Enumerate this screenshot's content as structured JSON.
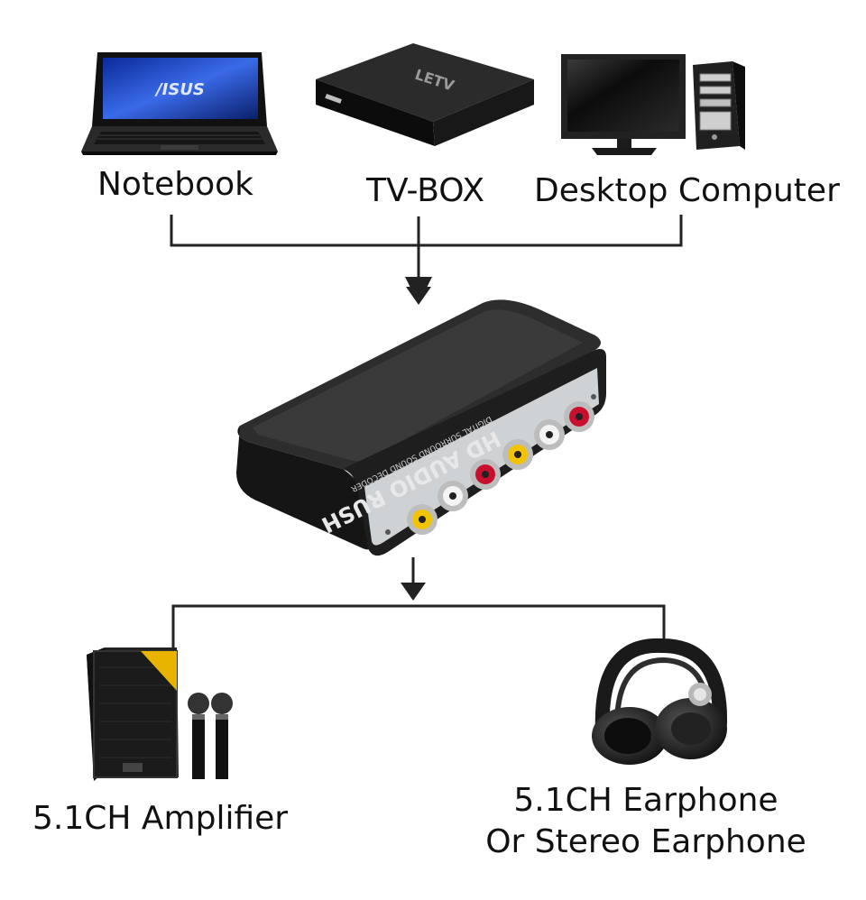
{
  "sources": [
    {
      "label": "Notebook",
      "icon": "laptop-icon",
      "brand": "/ISUS"
    },
    {
      "label": "TV-BOX",
      "icon": "tv-box-icon",
      "brand": "LETV"
    },
    {
      "label": "Desktop Computer",
      "icon": "desktop-computer-icon"
    }
  ],
  "decoder": {
    "icon": "audio-decoder-icon",
    "title": "HD AUDIO RUSH",
    "subtitle": "DIGITAL SURROUND SOUND DECODER"
  },
  "outputs": [
    {
      "label": "5.1CH Amplifier",
      "icon": "amplifier-speaker-icon"
    },
    {
      "label_line1": "5.1CH Earphone",
      "label_line2": "Or Stereo Earphone",
      "icon": "headphones-icon"
    }
  ],
  "colors": {
    "line": "#222222",
    "device_black": "#1b1b1b",
    "rca_red": "#c8102e",
    "rca_yellow": "#f2c300",
    "rca_white": "#f4f4f4",
    "speaker_corner": "#e8b400"
  }
}
